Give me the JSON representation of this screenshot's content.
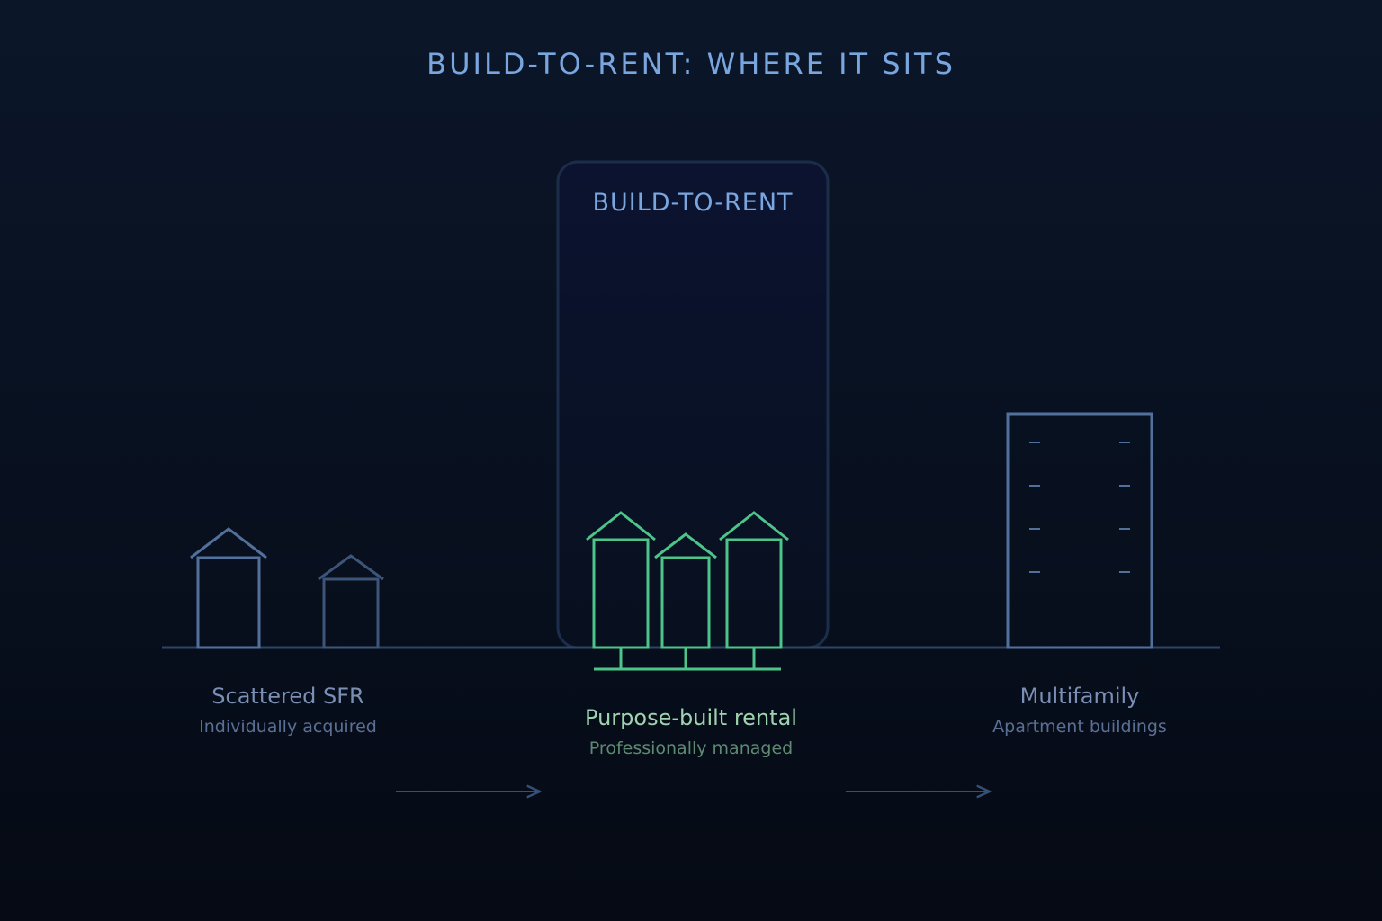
{
  "title": "BUILD-TO-RENT: WHERE IT SITS",
  "highlight": {
    "box_label": "BUILD-TO-RENT"
  },
  "segments": [
    {
      "label": "Scattered SFR",
      "sublabel": "Individually acquired"
    },
    {
      "label": "Purpose-built rental",
      "sublabel": "Professionally managed"
    },
    {
      "label": "Multifamily",
      "sublabel": "Apartment buildings"
    }
  ],
  "colors": {
    "accent": "#7aa6e0",
    "highlight_green": "#4cc48a",
    "muted_house": "#5a7aa8",
    "ground": "#2e4466"
  }
}
